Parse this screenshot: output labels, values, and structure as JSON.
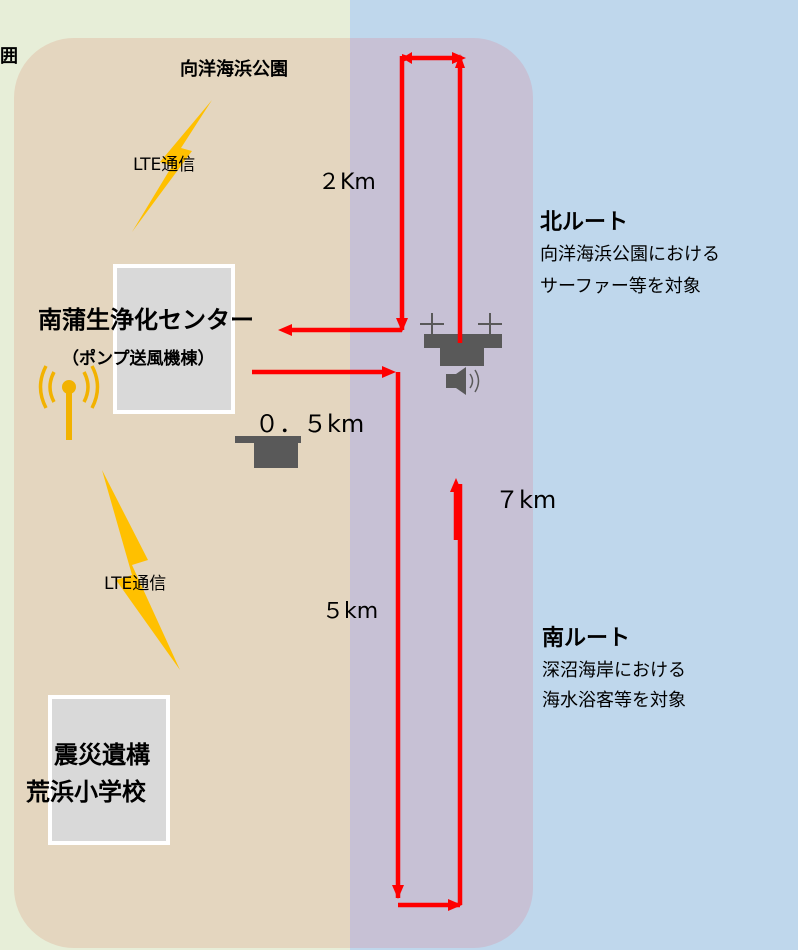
{
  "labels": {
    "edge_left": "囲",
    "park_title": "向洋海浜公園",
    "lte_top": "LTE通信",
    "lte_bottom": "LTE通信",
    "center_name": "南蒲生浄化センター",
    "center_sub": "（ポンプ送風機棟）",
    "school_line1": "震災遺構",
    "school_line2": "荒浜小学校",
    "dist_2km": "２Km",
    "dist_05km": "０．５km",
    "dist_7km": "７km",
    "dist_5km": "５km",
    "north_title": "北ルート",
    "north_desc1": "向洋海浜公園における",
    "north_desc2": "サーファー等を対象",
    "south_title": "南ルート",
    "south_desc1": "深沼海岸における",
    "south_desc2": "海水浴客等を対象"
  },
  "colors": {
    "land": "#e7eed8",
    "sea": "#bfd7ec",
    "range_land": "#e4d6bf",
    "range_sea": "#c7c1d5",
    "route": "#ff0000",
    "lightning": "#ffc000",
    "antenna": "#f2b200",
    "drone": "#595959"
  },
  "icons": [
    "lightning-icon",
    "antenna-icon",
    "drone-icon",
    "speaker-icon"
  ]
}
